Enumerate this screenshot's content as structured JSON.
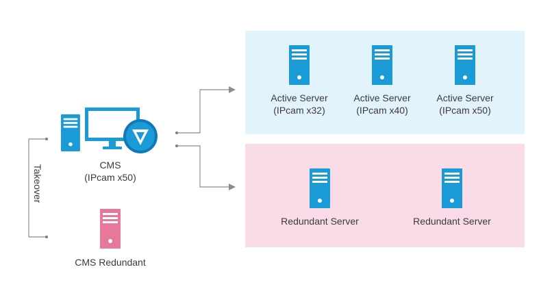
{
  "cms": {
    "name": "CMS",
    "capacity": "(IPcam x50)",
    "monitor_color": "#1a9ad7",
    "logo_color": "#1279b8"
  },
  "cms_redundant": {
    "label": "CMS Redundant",
    "color": "#e8789a"
  },
  "takeover": {
    "label": "Takeover"
  },
  "active_group": {
    "panel_color": "#e3f3fb",
    "server_color": "#1a9ad7",
    "servers": [
      {
        "name": "Active Server",
        "capacity": "(IPcam x32)"
      },
      {
        "name": "Active Server",
        "capacity": "(IPcam x40)"
      },
      {
        "name": "Active Server",
        "capacity": "(IPcam x50)"
      }
    ]
  },
  "redundant_group": {
    "panel_color": "#fadbe8",
    "server_color": "#1a9ad7",
    "servers": [
      {
        "name": "Redundant Server"
      },
      {
        "name": "Redundant Server"
      }
    ]
  }
}
